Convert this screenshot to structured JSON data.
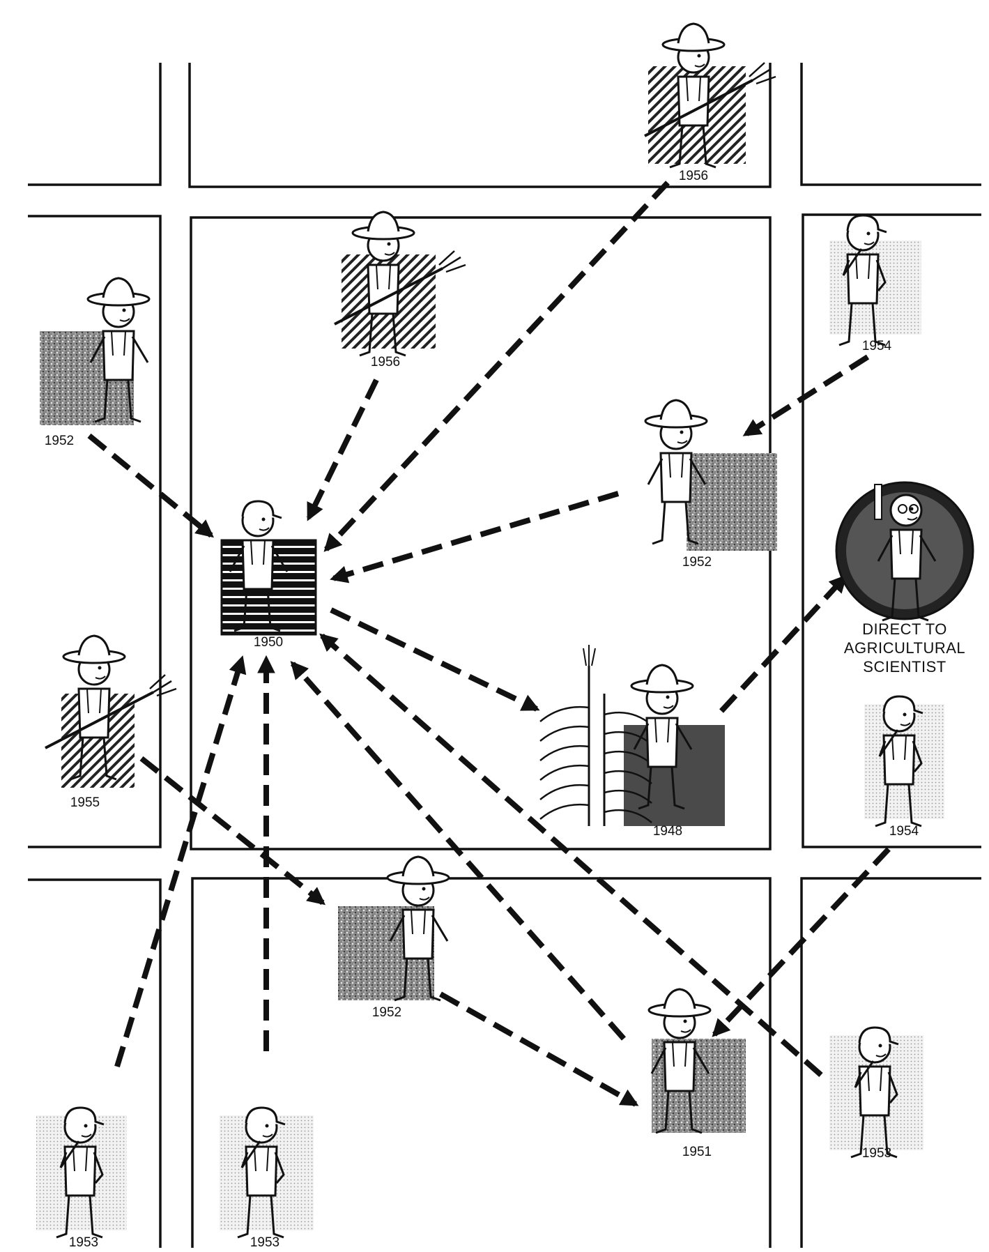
{
  "diagram": {
    "nodes": [
      {
        "id": "n1956_top",
        "figure": "pitchfork-farmer",
        "year": "1956"
      },
      {
        "id": "n1956_mid",
        "figure": "pitchfork-farmer",
        "year": "1956"
      },
      {
        "id": "n1952_left",
        "figure": "walking-farmer",
        "year": "1952"
      },
      {
        "id": "n1954_top",
        "figure": "thinking-farmer",
        "year": "1954"
      },
      {
        "id": "n1952_right",
        "figure": "walking-farmer",
        "year": "1952"
      },
      {
        "id": "n1950",
        "figure": "running-farmer",
        "year": "1950"
      },
      {
        "id": "n_scientist",
        "figure": "agricultural-scientist",
        "lines": [
          "DIRECT TO",
          "AGRICULTURAL",
          "SCIENTIST"
        ]
      },
      {
        "id": "n1955",
        "figure": "pitchfork-farmer",
        "year": "1955"
      },
      {
        "id": "n1948",
        "figure": "farmer-with-corn",
        "year": "1948"
      },
      {
        "id": "n1954_mid",
        "figure": "thinking-farmer",
        "year": "1954"
      },
      {
        "id": "n1952_bottom",
        "figure": "walking-farmer",
        "year": "1952"
      },
      {
        "id": "n1951",
        "figure": "walking-farmer",
        "year": "1951"
      },
      {
        "id": "n1953_left",
        "figure": "thinking-farmer",
        "year": "1953"
      },
      {
        "id": "n1953_mid",
        "figure": "thinking-farmer",
        "year": "1953"
      },
      {
        "id": "n1953_right",
        "figure": "thinking-farmer",
        "year": "1953"
      }
    ],
    "edges": [
      {
        "from": "n1952_left",
        "to": "n1950"
      },
      {
        "from": "n1956_mid",
        "to": "n1950"
      },
      {
        "from": "n1956_top",
        "to": "n1950"
      },
      {
        "from": "n1952_right",
        "to": "n1950"
      },
      {
        "from": "n1954_top",
        "to": "n1952_right"
      },
      {
        "from": "n1950",
        "to": "n1948"
      },
      {
        "from": "n1948",
        "to": "n_scientist"
      },
      {
        "from": "n1955",
        "to": "n1952_bottom"
      },
      {
        "from": "n1952_bottom",
        "to": "n1951"
      },
      {
        "from": "n1951",
        "to": "n1950"
      },
      {
        "from": "n1953_right",
        "to": "n1950"
      },
      {
        "from": "n1953_left",
        "to": "n1950"
      },
      {
        "from": "n1953_mid",
        "to": "n1950"
      },
      {
        "from": "n1954_mid",
        "to": "n1951"
      }
    ]
  }
}
